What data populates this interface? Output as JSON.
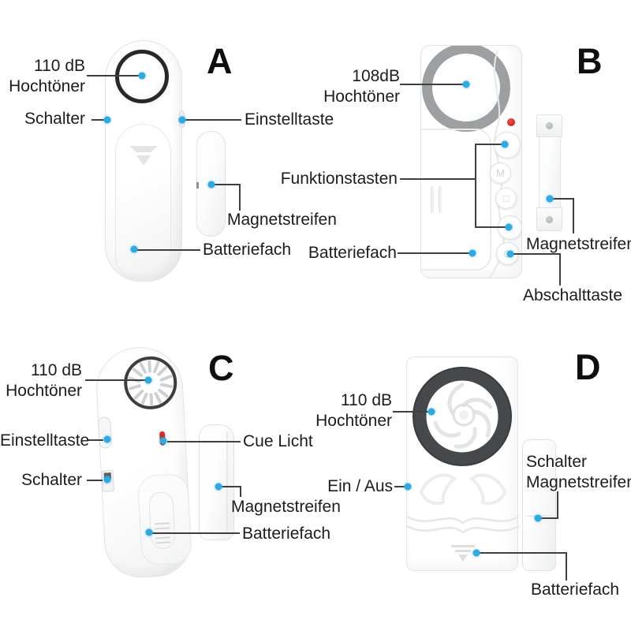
{
  "meta": {
    "diagram_type": "door-window-alarm product annotation diagram",
    "language": "German",
    "background_color": "#ffffff",
    "dot_color": "#2fa9e2",
    "line_color": "#3f3f3f",
    "text_color": "#1c1c1c",
    "led_color": "#c40d0d"
  },
  "devices": {
    "a": {
      "letter": "A",
      "labels": {
        "db": "110 dB",
        "tweeter": "Hochtöner",
        "schalter": "Schalter",
        "einstelltaste": "Einstelltaste",
        "magnetstreifen": "Magnetstreifen",
        "batteriefach": "Batteriefach"
      }
    },
    "b": {
      "letter": "B",
      "labels": {
        "db": "108dB",
        "tweeter": "Hochtöner",
        "funktionstasten": "Funktionstasten",
        "batteriefach": "Batteriefach",
        "magnetstreifen": "Magnetstreifen",
        "abschalttaste": "Abschalttaste"
      }
    },
    "c": {
      "letter": "C",
      "labels": {
        "db": "110 dB",
        "tweeter": "Hochtöner",
        "einstelltaste": "Einstelltaste",
        "schalter": "Schalter",
        "cue_licht": "Cue Licht",
        "magnetstreifen": "Magnetstreifen",
        "batteriefach": "Batteriefach"
      }
    },
    "d": {
      "letter": "D",
      "labels": {
        "db": "110 dB",
        "tweeter": "Hochtöner",
        "ein_aus": "Ein / Aus",
        "schalter": "Schalter",
        "magnetstreifen": "Magnetstreifen",
        "batteriefach": "Batteriefach"
      }
    }
  }
}
